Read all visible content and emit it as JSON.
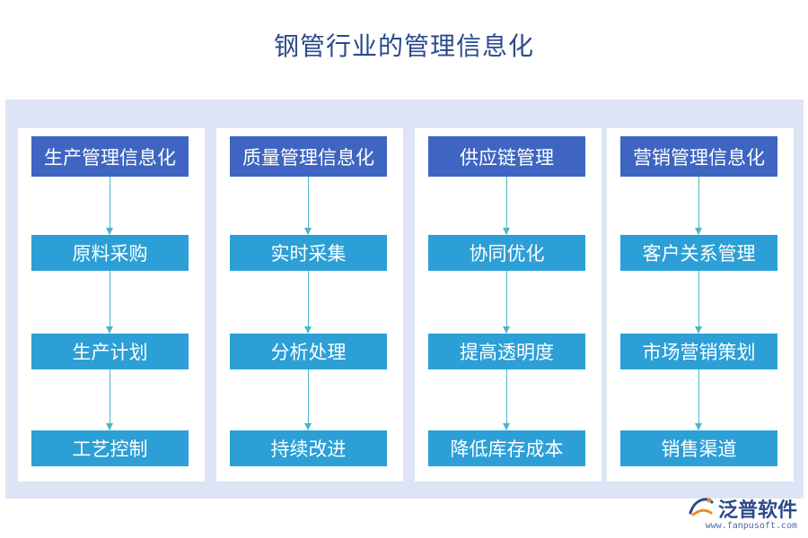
{
  "title": "钢管行业的管理信息化",
  "columns": [
    {
      "header": "生产管理信息化",
      "items": [
        "原料采购",
        "生产计划",
        "工艺控制"
      ]
    },
    {
      "header": "质量管理信息化",
      "items": [
        "实时采集",
        "分析处理",
        "持续改进"
      ]
    },
    {
      "header": "供应链管理",
      "items": [
        "协同优化",
        "提高透明度",
        "降低库存成本"
      ]
    },
    {
      "header": "营销管理信息化",
      "items": [
        "客户关系管理",
        "市场营销策划",
        "销售渠道"
      ]
    }
  ],
  "logo": {
    "name": "泛普软件",
    "url": "www.fanpusoft.com",
    "icon": "fanpu-logo-icon"
  },
  "colors": {
    "header": "#3f65c2",
    "item": "#2c9fd6",
    "panel": "#dde4f5",
    "title": "#2b4a8b",
    "arrow": "#48b9c4"
  }
}
